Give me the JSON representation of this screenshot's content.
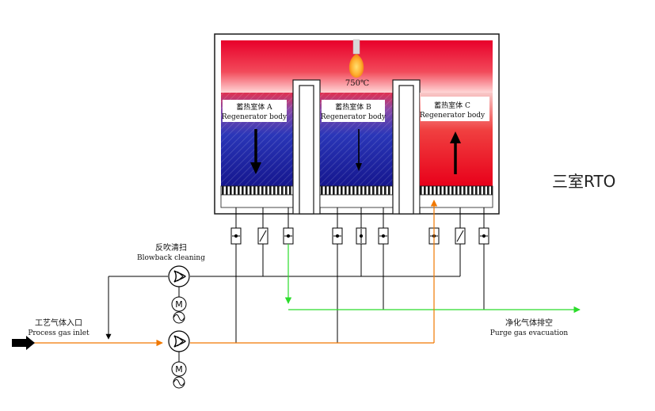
{
  "title": "三室RTO",
  "temperature": "750℃",
  "chambers": [
    {
      "name_cn": "蓄热室体  A",
      "name_en": "Regenerator body",
      "flow": "down",
      "color_top": "#e8002a",
      "color_bottom": "#1a1aa0"
    },
    {
      "name_cn": "蓄热室体  B",
      "name_en": "Regenerator body",
      "flow": "down",
      "color_top": "#e8002a",
      "color_bottom": "#1a1aa0"
    },
    {
      "name_cn": "蓄热室体  C",
      "name_en": "Regenerator body",
      "flow": "up",
      "color_top": "#e8002a",
      "color_bottom": "#e8002a"
    }
  ],
  "labels": {
    "blowback_cn": "反吹清扫",
    "blowback_en": "Blowback cleaning",
    "inlet_cn": "工艺气体入口",
    "inlet_en": "Process gas inlet",
    "purge_cn": "净化气体排空",
    "purge_en": "Purge gas evacuation",
    "motor_symbol": "M"
  },
  "colors": {
    "combustion_top": "#e8002a",
    "combustion_bottom": "#ffd0d0",
    "inlet_line": "#f07800",
    "purge_line": "#2adc2a",
    "pipe_line": "#000000",
    "frame": "#1a1a1a"
  },
  "icons": [
    "burner-flame-icon",
    "fan-icon",
    "motor-icon",
    "valve-icon",
    "inlet-arrow-icon"
  ]
}
